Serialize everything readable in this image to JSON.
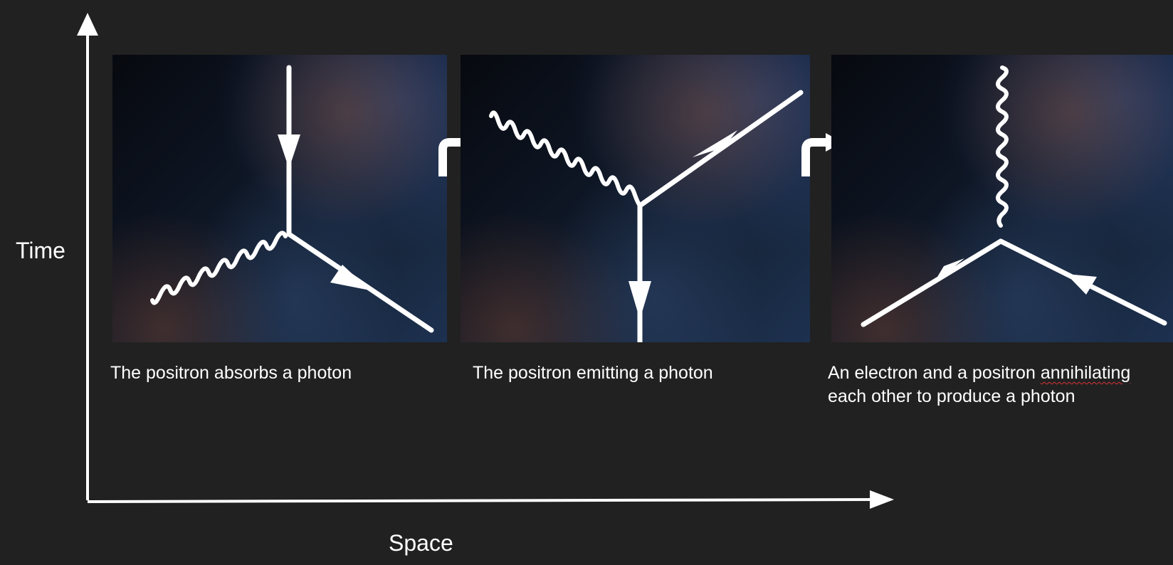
{
  "axes": {
    "y_label": "Time",
    "x_label": "Space"
  },
  "panels": [
    {
      "caption": "The positron absorbs a photon"
    },
    {
      "caption": "The positron emitting a photon"
    },
    {
      "caption_before": "An electron and a positron ",
      "caption_flagged_word": "annihilating",
      "caption_after": " each other to produce a photon"
    }
  ],
  "colors": {
    "background": "#212121",
    "lines": "#ffffff",
    "spellcheck_underline": "#dd3333"
  }
}
